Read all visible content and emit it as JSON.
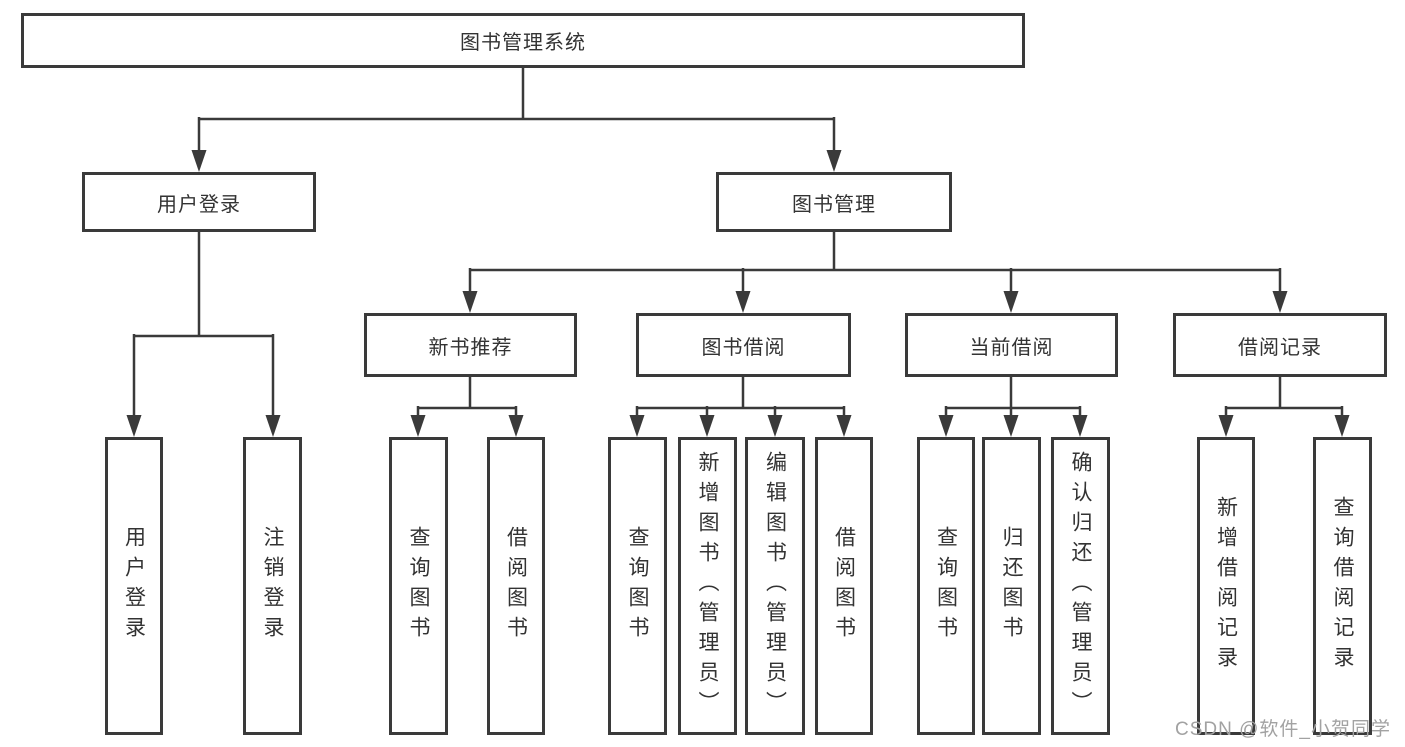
{
  "nodes": {
    "root": {
      "label": "图书管理系统"
    },
    "level2": [
      {
        "label": "用户登录"
      },
      {
        "label": "图书管理"
      }
    ],
    "level3": [
      {
        "label": "新书推荐"
      },
      {
        "label": "图书借阅"
      },
      {
        "label": "当前借阅"
      },
      {
        "label": "借阅记录"
      }
    ],
    "leaves": [
      {
        "label": "用户登录"
      },
      {
        "label": "注销登录"
      },
      {
        "label": "查询图书"
      },
      {
        "label": "借阅图书"
      },
      {
        "label": "查询图书"
      },
      {
        "label": "新增图书（管理员）"
      },
      {
        "label": "编辑图书（管理员）"
      },
      {
        "label": "借阅图书"
      },
      {
        "label": "查询图书"
      },
      {
        "label": "归还图书"
      },
      {
        "label": "确认归还（管理员）"
      },
      {
        "label": "新增借阅记录"
      },
      {
        "label": "查询借阅记录"
      }
    ]
  },
  "watermark": "CSDN @软件_小贺同学",
  "colors": {
    "line": "#3a3a3a",
    "text": "#333333",
    "background": "#ffffff",
    "watermark": "#a2a2a2"
  }
}
